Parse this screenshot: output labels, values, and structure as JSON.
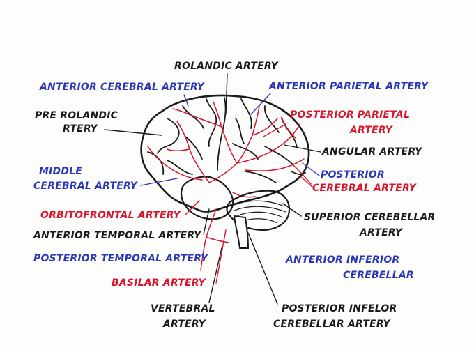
{
  "colors": {
    "black_label": "#1a1a1a",
    "blue_label": "#2a36b8",
    "red_label": "#d8142e",
    "artery": "#d8142e",
    "outline": "#1a1a1a",
    "background": "#fdfdfb"
  },
  "labels": {
    "rolandic": "ROLANDIC ARTERY",
    "anterior_cerebral": "ANTERIOR CEREBRAL ARTERY",
    "anterior_parietal": "ANTERIOR PARIETAL ARTERY",
    "pre_rolandic_1": "PRE ROLANDIC",
    "pre_rolandic_2": "RTERY",
    "posterior_parietal_1": "POSTERIOR PARIETAL",
    "posterior_parietal_2": "ARTERY",
    "angular": "ANGULAR ARTERY",
    "middle_cerebral_1": "MIDDLE",
    "middle_cerebral_2": "CEREBRAL ARTERY",
    "posterior_cerebral_1": "POSTERIOR",
    "posterior_cerebral_2": "CEREBRAL ARTERY",
    "orbitofrontal": "ORBITOFRONTAL ARTERY",
    "superior_cerebellar_1": "SUPERIOR CEREBELLAR",
    "superior_cerebellar_2": "ARTERY",
    "anterior_temporal": "ANTERIOR TEMPORAL ARTERY",
    "posterior_temporal": "POSTERIOR TEMPORAL ARTERY",
    "anterior_inferior_cerebellar_1": "ANTERIOR INFERIOR",
    "anterior_inferior_cerebellar_2": "CEREBELLAR",
    "basilar": "BASILAR ARTERY",
    "vertebral_1": "VERTEBRAL",
    "vertebral_2": "ARTERY",
    "posterior_inferior_cerebellar_1": "POSTERIOR INFELOR",
    "posterior_inferior_cerebellar_2": "CEREBELLAR ARTERY"
  }
}
